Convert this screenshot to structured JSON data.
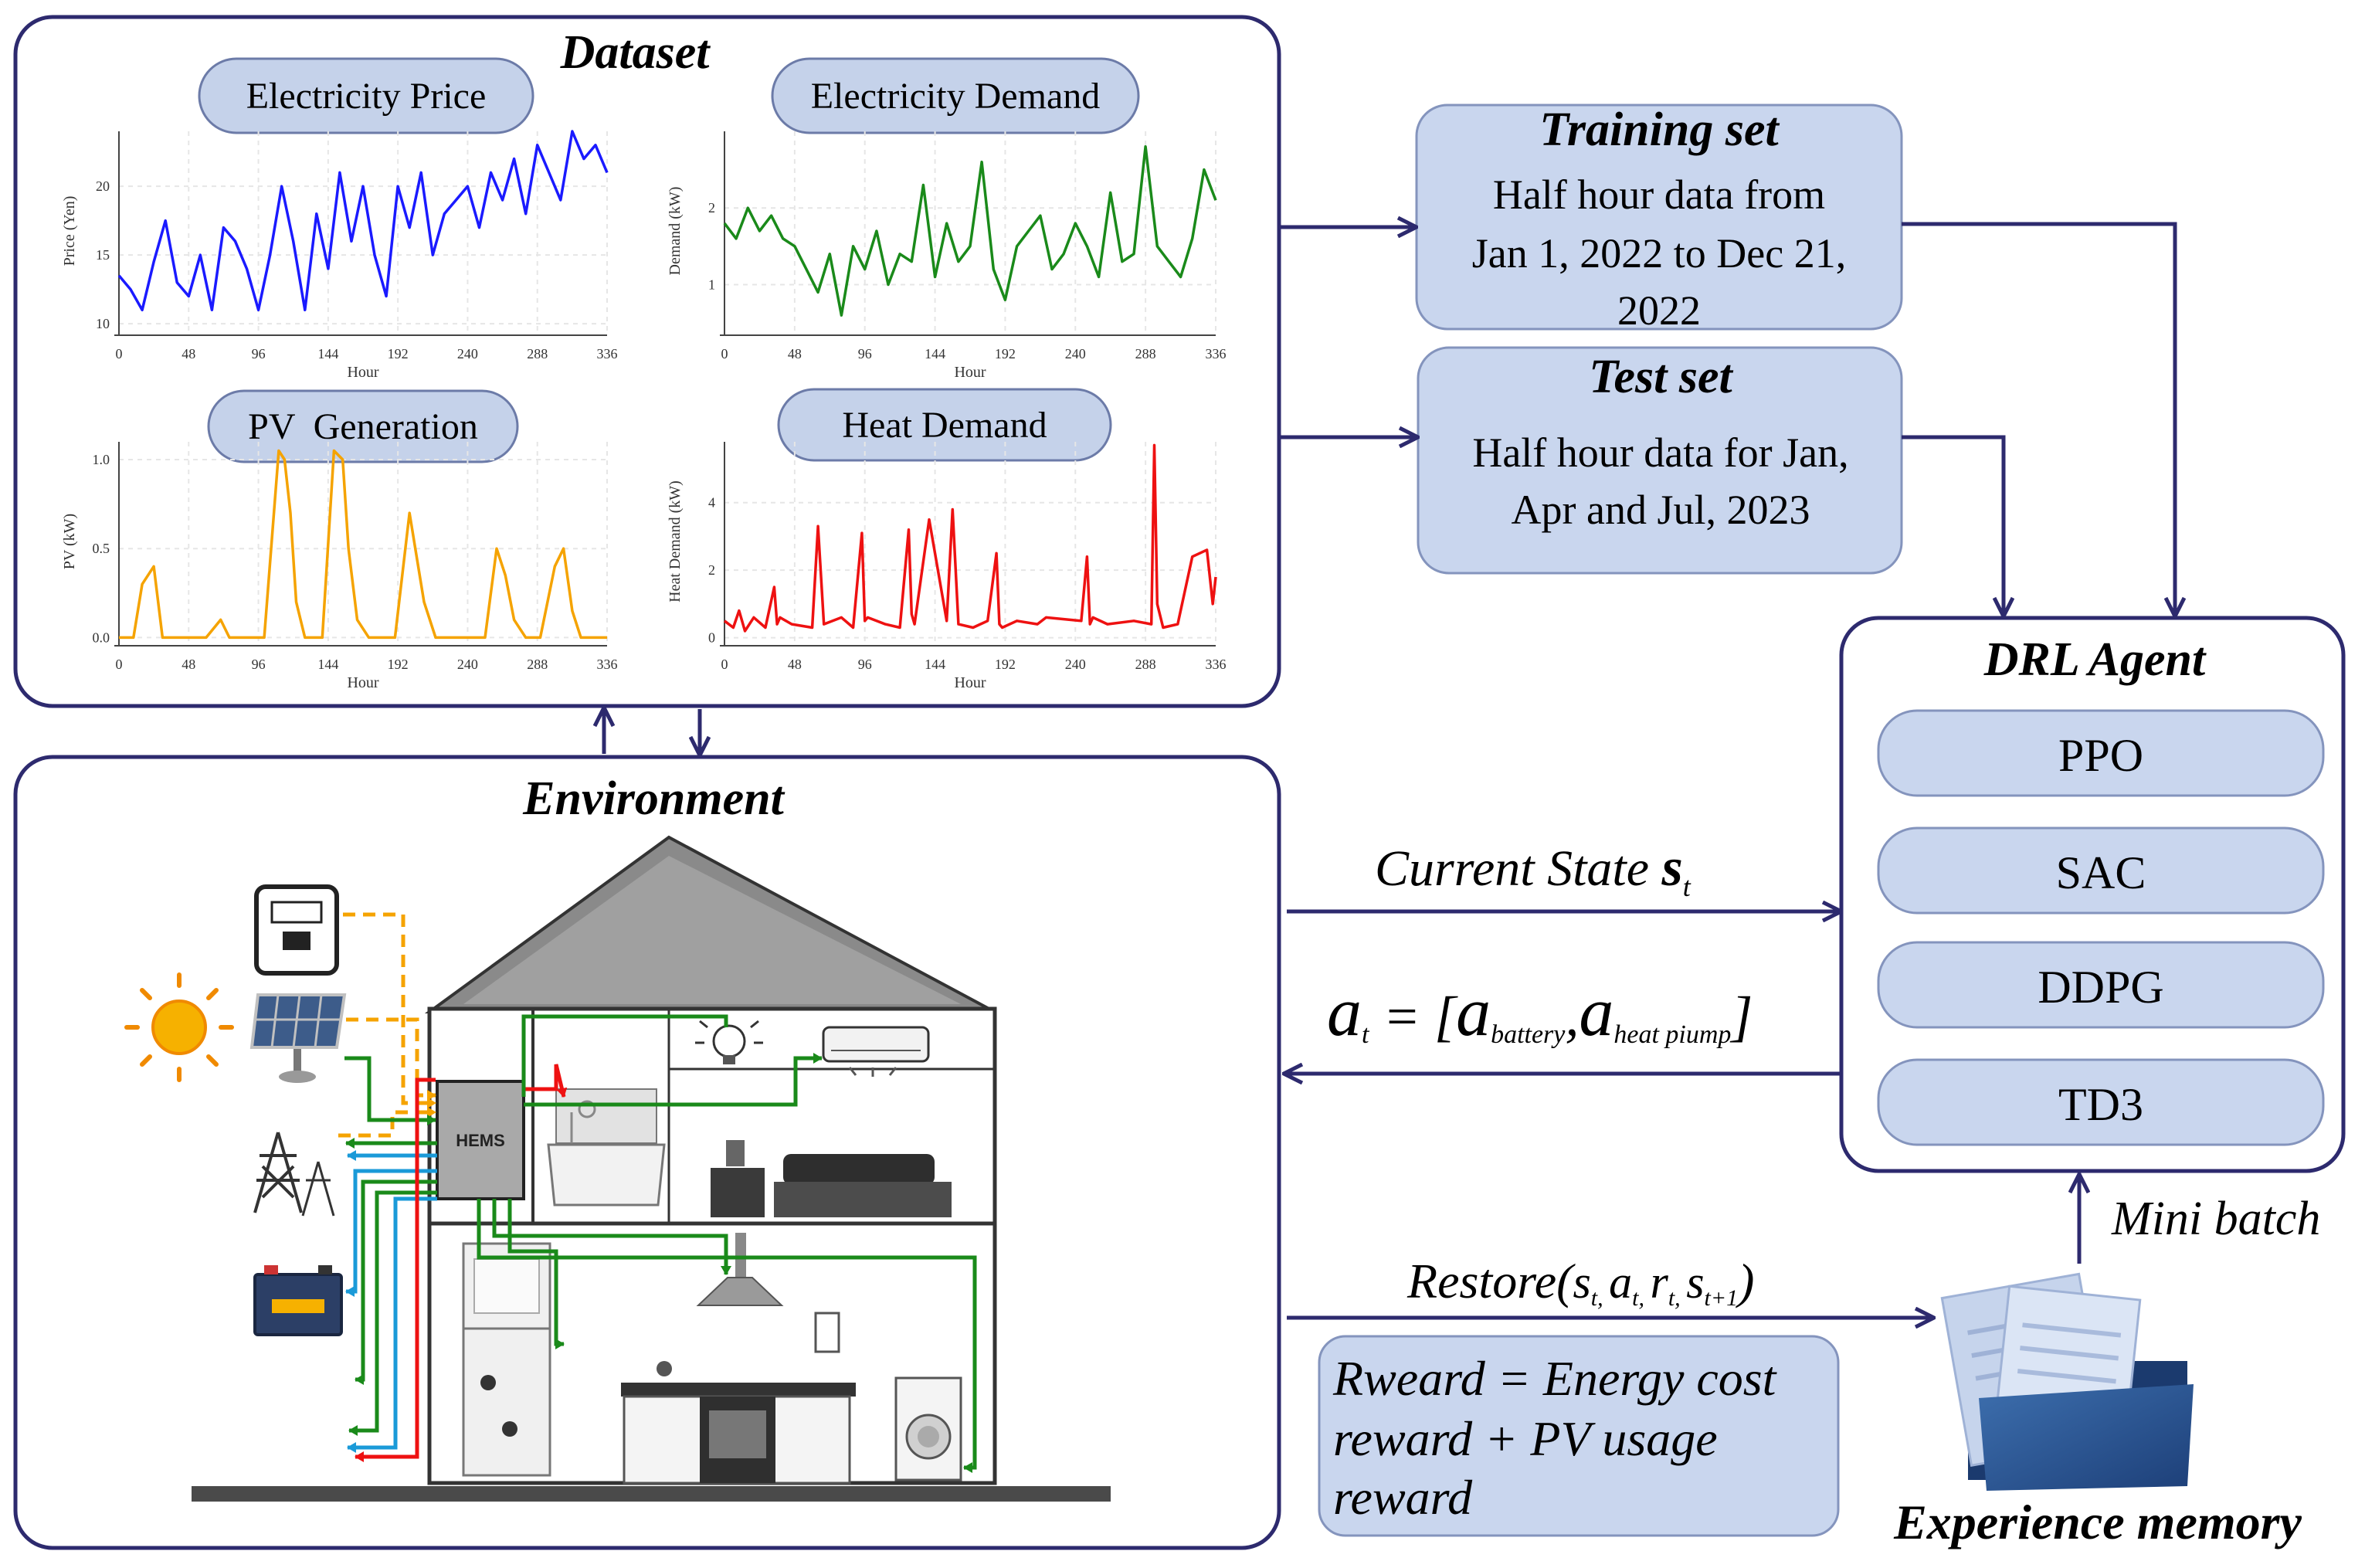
{
  "dataset": {
    "title": "Dataset",
    "pills": [
      "Electricity Price",
      "Electricity Demand",
      "PV  Generation",
      "Heat Demand"
    ]
  },
  "charts": {
    "price_ylabel": "Price (Yen)",
    "demand_ylabel": "Demand (kW)",
    "pv_ylabel": "PV (kW)",
    "heat_ylabel": "Heat Demand (kW)",
    "xlabel": "Hour"
  },
  "chart_data": [
    {
      "type": "line",
      "title": "Electricity Price",
      "xlabel": "Hour",
      "ylabel": "Price (Yen)",
      "xlim": [
        0,
        336
      ],
      "ylim": [
        9.5,
        24
      ],
      "xticks": [
        "0",
        "48",
        "96",
        "144",
        "192",
        "240",
        "288",
        "336"
      ],
      "yticks": [
        "10",
        "15",
        "20"
      ],
      "series": [
        {
          "color": "#1a1aff",
          "x": [
            0,
            8,
            16,
            24,
            32,
            40,
            48,
            56,
            64,
            72,
            80,
            88,
            96,
            104,
            112,
            120,
            128,
            136,
            144,
            152,
            160,
            168,
            176,
            184,
            192,
            200,
            208,
            216,
            224,
            232,
            240,
            248,
            256,
            264,
            272,
            280,
            288,
            296,
            304,
            312,
            320,
            328,
            336
          ],
          "values": [
            13.5,
            12.5,
            11,
            14.5,
            17.5,
            13,
            12,
            15,
            11,
            17,
            16,
            14,
            11,
            15,
            20,
            16,
            11,
            18,
            14,
            21,
            16,
            20,
            15,
            12,
            20,
            17,
            21,
            15,
            18,
            19,
            20,
            17,
            21,
            19,
            22,
            18,
            23,
            21,
            19,
            24,
            22,
            23,
            21
          ]
        }
      ]
    },
    {
      "type": "line",
      "title": "Electricity Demand",
      "xlabel": "Hour",
      "ylabel": "Demand (kW)",
      "xlim": [
        0,
        336
      ],
      "ylim": [
        0.4,
        3.0
      ],
      "xticks": [
        "0",
        "48",
        "96",
        "144",
        "192",
        "240",
        "288",
        "336"
      ],
      "yticks": [
        "1",
        "2"
      ],
      "series": [
        {
          "color": "#1a8a1a",
          "x": [
            0,
            8,
            16,
            24,
            32,
            40,
            48,
            56,
            64,
            72,
            80,
            88,
            96,
            104,
            112,
            120,
            128,
            136,
            144,
            152,
            160,
            168,
            176,
            184,
            192,
            200,
            208,
            216,
            224,
            232,
            240,
            248,
            256,
            264,
            272,
            280,
            288,
            296,
            304,
            312,
            320,
            328,
            336
          ],
          "values": [
            1.8,
            1.6,
            2.0,
            1.7,
            1.9,
            1.6,
            1.5,
            1.2,
            0.9,
            1.4,
            0.6,
            1.5,
            1.2,
            1.7,
            1.0,
            1.4,
            1.3,
            2.3,
            1.1,
            1.8,
            1.3,
            1.5,
            2.6,
            1.2,
            0.8,
            1.5,
            1.7,
            1.9,
            1.2,
            1.4,
            1.8,
            1.5,
            1.1,
            2.2,
            1.3,
            1.4,
            2.8,
            1.5,
            1.3,
            1.1,
            1.6,
            2.5,
            2.1
          ]
        }
      ]
    },
    {
      "type": "line",
      "title": "PV  Generation",
      "xlabel": "Hour",
      "ylabel": "PV (kW)",
      "xlim": [
        0,
        336
      ],
      "ylim": [
        -0.02,
        1.1
      ],
      "xticks": [
        "0",
        "48",
        "96",
        "144",
        "192",
        "240",
        "288",
        "336"
      ],
      "yticks": [
        "0.0",
        "0.5",
        "1.0"
      ],
      "series": [
        {
          "color": "#f5a300",
          "x": [
            0,
            10,
            16,
            20,
            24,
            30,
            40,
            60,
            70,
            76,
            82,
            100,
            110,
            114,
            118,
            122,
            128,
            140,
            148,
            154,
            158,
            164,
            172,
            190,
            200,
            204,
            210,
            218,
            226,
            240,
            252,
            260,
            266,
            272,
            280,
            290,
            300,
            306,
            312,
            318,
            326,
            336
          ],
          "values": [
            0,
            0,
            0.3,
            0.35,
            0.4,
            0,
            0,
            0,
            0.1,
            0,
            0,
            0,
            1.05,
            1.0,
            0.7,
            0.2,
            0,
            0,
            1.05,
            1.0,
            0.5,
            0.1,
            0,
            0,
            0.7,
            0.5,
            0.2,
            0,
            0,
            0,
            0,
            0.5,
            0.35,
            0.1,
            0,
            0,
            0.4,
            0.5,
            0.15,
            0,
            0,
            0
          ]
        }
      ]
    },
    {
      "type": "line",
      "title": "Heat Demand",
      "xlabel": "Hour",
      "ylabel": "Heat Demand (kW)",
      "xlim": [
        0,
        336
      ],
      "ylim": [
        -0.1,
        5.8
      ],
      "xticks": [
        "0",
        "48",
        "96",
        "144",
        "192",
        "240",
        "288",
        "336"
      ],
      "yticks": [
        "0",
        "2",
        "4"
      ],
      "series": [
        {
          "color": "#ee1111",
          "x": [
            0,
            6,
            10,
            14,
            20,
            28,
            34,
            36,
            38,
            46,
            60,
            64,
            68,
            80,
            88,
            94,
            96,
            98,
            110,
            120,
            126,
            128,
            130,
            140,
            152,
            156,
            160,
            170,
            180,
            186,
            188,
            190,
            200,
            214,
            220,
            244,
            248,
            250,
            252,
            262,
            280,
            292,
            294,
            296,
            300,
            310,
            320,
            330,
            334,
            336
          ],
          "values": [
            0.5,
            0.3,
            0.8,
            0.2,
            0.6,
            0.3,
            1.5,
            0.4,
            0.6,
            0.4,
            0.3,
            3.3,
            0.4,
            0.6,
            0.3,
            3.1,
            0.5,
            0.6,
            0.4,
            0.3,
            3.2,
            0.7,
            0.4,
            3.5,
            0.5,
            3.8,
            0.4,
            0.3,
            0.5,
            2.5,
            0.4,
            0.3,
            0.5,
            0.4,
            0.6,
            0.5,
            2.4,
            0.4,
            0.6,
            0.4,
            0.5,
            0.4,
            5.7,
            1.0,
            0.3,
            0.4,
            2.4,
            2.6,
            1.0,
            1.8
          ]
        }
      ]
    }
  ],
  "training": {
    "title": "Training set",
    "lines": [
      "Half hour data from",
      "Jan 1, 2022 to Dec 21,",
      "2022"
    ]
  },
  "test": {
    "title": "Test set",
    "lines": [
      "Half hour data for Jan,",
      "Apr and Jul, 2023"
    ]
  },
  "agent": {
    "title": "DRL Agent",
    "algorithms": [
      "PPO",
      "SAC",
      "DDPG",
      "TD3"
    ]
  },
  "environment": {
    "title": "Environment",
    "hems_label": "HEMS"
  },
  "flows": {
    "state_label": "Current State ",
    "state_symbol": "s",
    "state_sub": "t",
    "action_a": "a",
    "action_t": "t",
    "action_eq": " = [",
    "action_battery": "battery",
    "action_comma": ",",
    "action_heat": "heat piump",
    "action_close": "]",
    "restore_prefix": "Restore(",
    "restore_st": "s",
    "restore_sep1": "t, ",
    "restore_at": "a",
    "restore_sep2": "t, ",
    "restore_rt": "r",
    "restore_sep3": "t, ",
    "restore_st1": "s",
    "restore_sub_last": "t+1",
    "restore_suffix": ")",
    "mini_batch": "Mini batch"
  },
  "reward": {
    "lines": [
      "Rweard = Energy cost",
      "reward + PV usage",
      "reward"
    ]
  },
  "memory": {
    "title": "Experience memory"
  },
  "colors": {
    "frame": "#2d2a6e",
    "pill_fill": "#c5d2ea",
    "pill_stroke": "#6c7ba8",
    "box_fill": "#c9d6ee",
    "green": "#1a8a1a",
    "orange": "#f5a300",
    "red": "#ee1111",
    "blue": "#1a1aff"
  }
}
